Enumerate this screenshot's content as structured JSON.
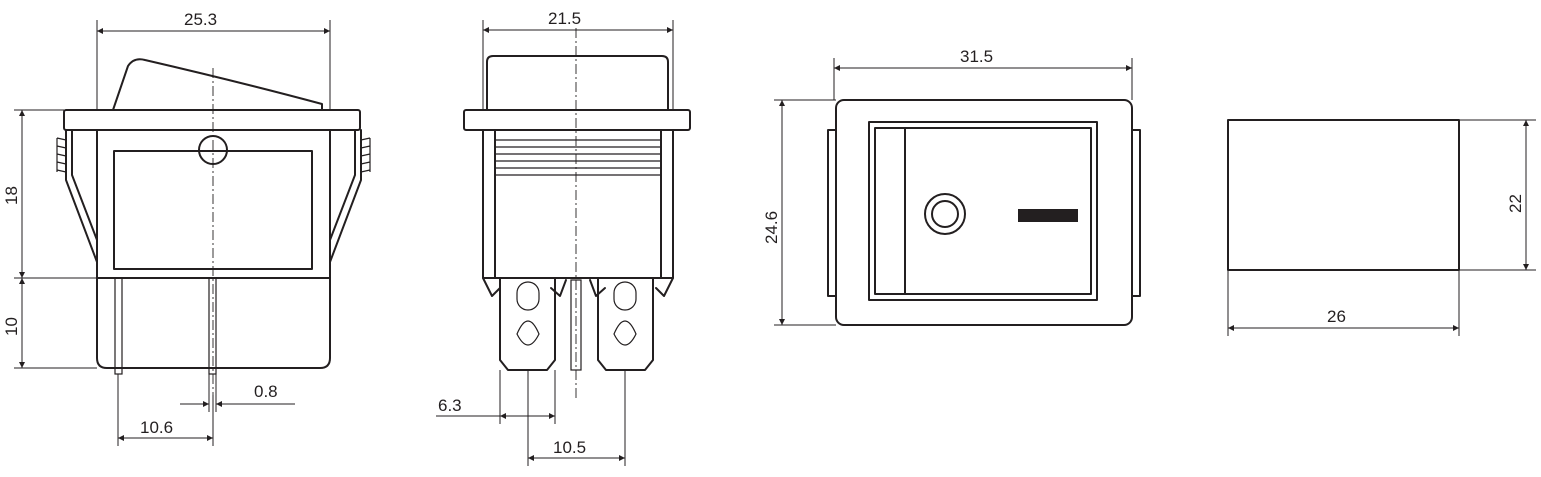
{
  "dimensions": {
    "side_width": "25.3",
    "side_height_upper": "18",
    "side_height_lower": "10",
    "terminal_thickness": "0.8",
    "side_pitch": "10.6",
    "end_width": "21.5",
    "terminal_width": "6.3",
    "end_pitch": "10.5",
    "front_width": "31.5",
    "front_height": "24.6",
    "cutout_width": "26",
    "cutout_height": "22"
  },
  "colors": {
    "ink": "#231f20",
    "background": "#ffffff"
  }
}
